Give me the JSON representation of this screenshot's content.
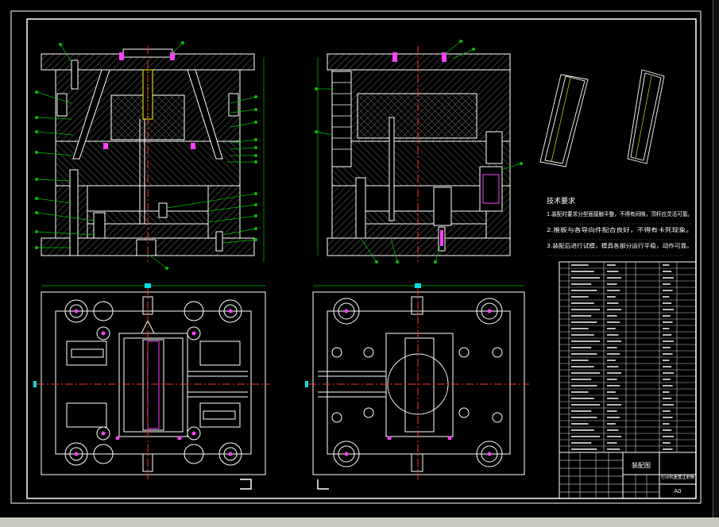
{
  "drawing": {
    "tech_title": "技术要求",
    "tech_notes": [
      "1.装配时要求分型面接触平整，不得有间隙，顶杆应灵活可靠。",
      "2.推板与各导向件配合良好，不得有卡死现象。",
      "3.装配后进行试模，模具各部分运行平稳，动作可靠。"
    ],
    "title_block": {
      "name": "装配图",
      "drawing_title": "打印机墨盒注射模",
      "sheet": "A0"
    },
    "bom_rows": 30
  },
  "colors": {
    "bg": "#000000",
    "outline": "#ffffff",
    "hatch": "#8a8a8a",
    "center": "#ff3030",
    "dim": "#00c000",
    "accent": "#ff40ff",
    "highlight": "#ffff00"
  }
}
